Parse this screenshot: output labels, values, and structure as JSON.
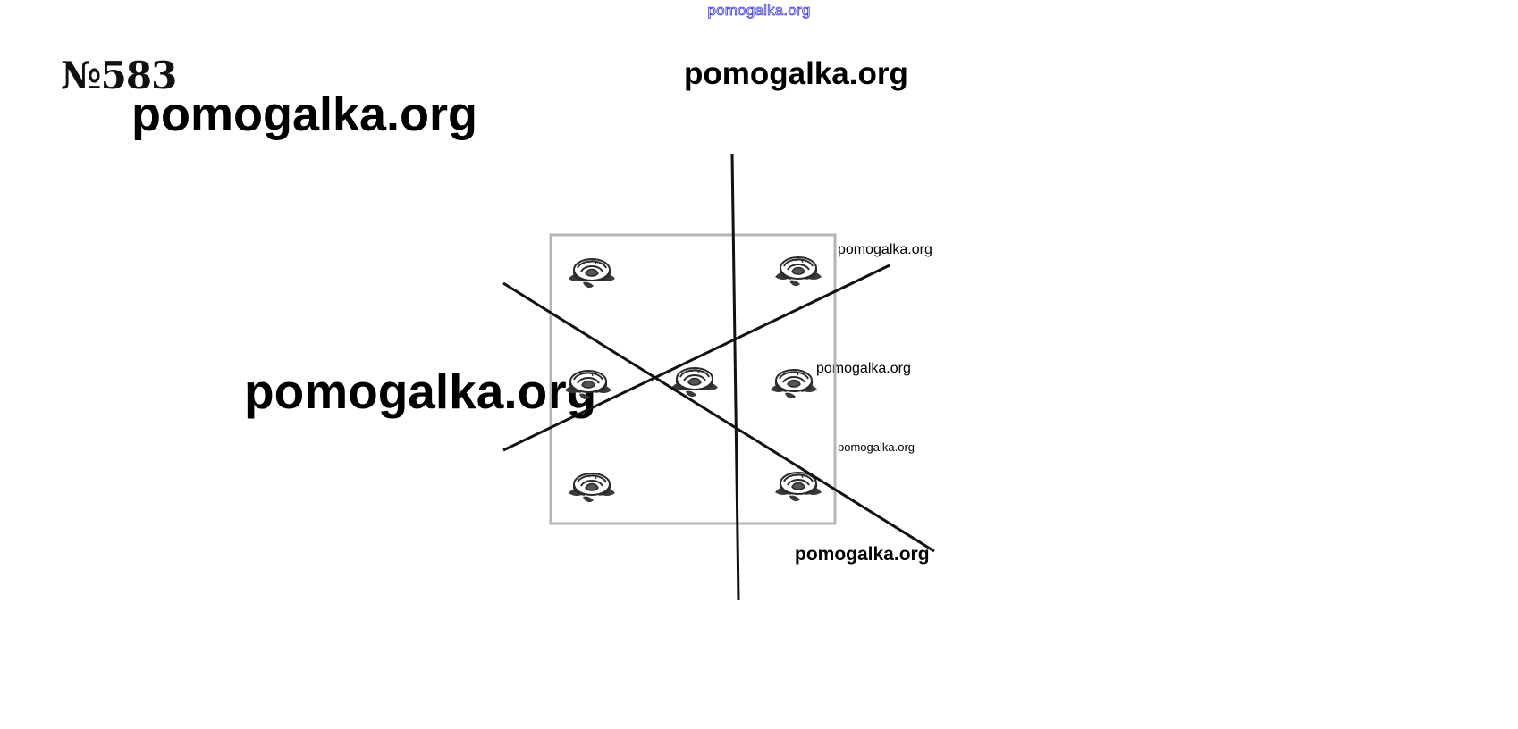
{
  "header": {
    "top_watermark": "pomogalka.org"
  },
  "problem": {
    "number_label": "№583"
  },
  "watermarks": [
    "pomogalka.org",
    "pomogalka.org",
    "pomogalka.org",
    "pomogalka.org",
    "pomogalka.org",
    "pomogalka.org",
    "pomogalka.org"
  ],
  "diagram": {
    "shape": "square-flowerbed",
    "flower_count": 7,
    "cut_lines": 3,
    "flower_icon": "rose-icon",
    "colors": {
      "square_border": "#b5b5b5",
      "lines": "#111111",
      "flowers": "#3a3a3a"
    }
  }
}
